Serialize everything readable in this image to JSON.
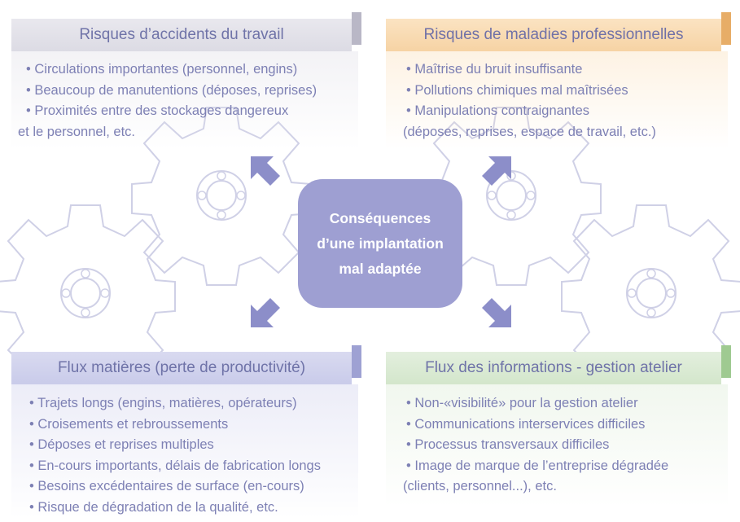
{
  "center": {
    "line1": "Conséquences",
    "line2": "d’une implantation",
    "line3": "mal adaptée"
  },
  "quadrants": {
    "top_left": {
      "title": "Risques d’accidents du travail",
      "items": [
        "• Circulations importantes (personnel, engins)",
        "• Beaucoup de manutentions (déposes, reprises)",
        "• Proximités entre des stockages dangereux",
        "et le personnel, etc."
      ]
    },
    "top_right": {
      "title": "Risques de maladies professionnelles",
      "items": [
        "• Maîtrise du bruit insuffisante",
        "• Pollutions chimiques mal maîtrisées",
        "• Manipulations contraignantes",
        "(déposes, reprises, espace de travail, etc.)"
      ]
    },
    "bottom_left": {
      "title": "Flux matières (perte de productivité)",
      "items": [
        "• Trajets longs (engins, matières, opérateurs)",
        "• Croisements et rebroussements",
        "• Déposes et reprises multiples",
        "• En-cours importants, délais de fabrication longs",
        "• Besoins excédentaires de surface (en-cours)",
        "• Risque de dégradation de la qualité, etc."
      ]
    },
    "bottom_right": {
      "title": "Flux des informations - gestion atelier",
      "items": [
        "• Non-«visibilité» pour la gestion atelier",
        "• Communications interservices difficiles",
        "• Processus transversaux difficiles",
        "• Image de marque de l’entreprise dégradée",
        "(clients, personnel...), etc."
      ]
    }
  },
  "colors": {
    "text": "#7d80b4",
    "center": "#9e9fd2",
    "gear_outline": "#cfd0e6",
    "arrow": "#8c8ec9"
  },
  "icons": [
    "gear-icon",
    "arrow-icon"
  ]
}
